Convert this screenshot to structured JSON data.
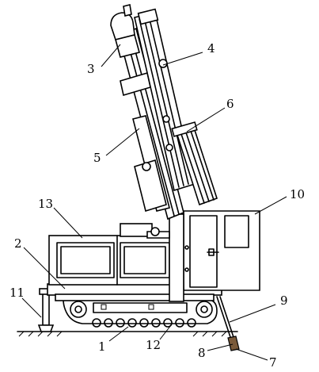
{
  "labels": {
    "l1": "1",
    "l2": "2",
    "l3": "3",
    "l4": "4",
    "l5": "5",
    "l6": "6",
    "l7": "7",
    "l8": "8",
    "l9": "9",
    "l10": "10",
    "l11": "11",
    "l12": "12",
    "l13": "13"
  }
}
